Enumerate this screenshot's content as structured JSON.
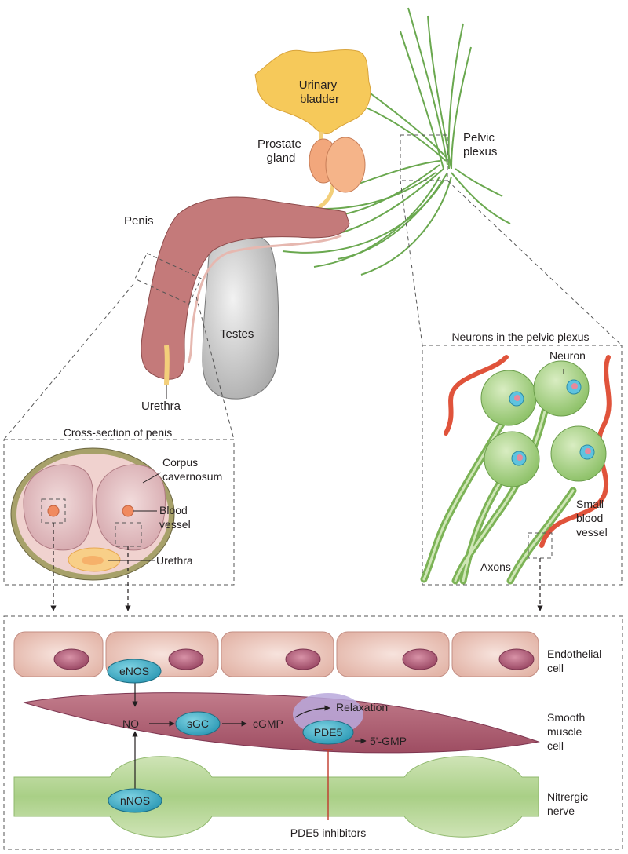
{
  "anatomy": {
    "urinary_bladder": [
      "Urinary",
      "bladder"
    ],
    "prostate_gland": [
      "Prostate",
      "gland"
    ],
    "pelvic_plexus": [
      "Pelvic",
      "plexus"
    ],
    "penis": "Penis",
    "testes": "Testes",
    "urethra": "Urethra"
  },
  "cross_section": {
    "title": "Cross-section of penis",
    "corpus_cavernosum": [
      "Corpus",
      "cavernosum"
    ],
    "blood_vessel": [
      "Blood",
      "vessel"
    ],
    "urethra": "Urethra"
  },
  "neurons_panel": {
    "title": "Neurons in the pelvic plexus",
    "neuron": "Neuron",
    "small_blood_vessel": [
      "Small",
      "blood",
      "vessel"
    ],
    "axons": "Axons"
  },
  "pathway": {
    "enos": "eNOS",
    "nos": "nNOS",
    "no": "NO",
    "sgc": "sGC",
    "cgmp": "cGMP",
    "pde5": "PDE5",
    "relaxation": "Relaxation",
    "gmp": "5'-GMP",
    "pde5_inhibitors": "PDE5 inhibitors",
    "endothelial_cell": [
      "Endothelial",
      "cell"
    ],
    "smooth_muscle_cell": [
      "Smooth",
      "muscle",
      "cell"
    ],
    "nitrergic_nerve": [
      "Nitrergic",
      "nerve"
    ]
  }
}
